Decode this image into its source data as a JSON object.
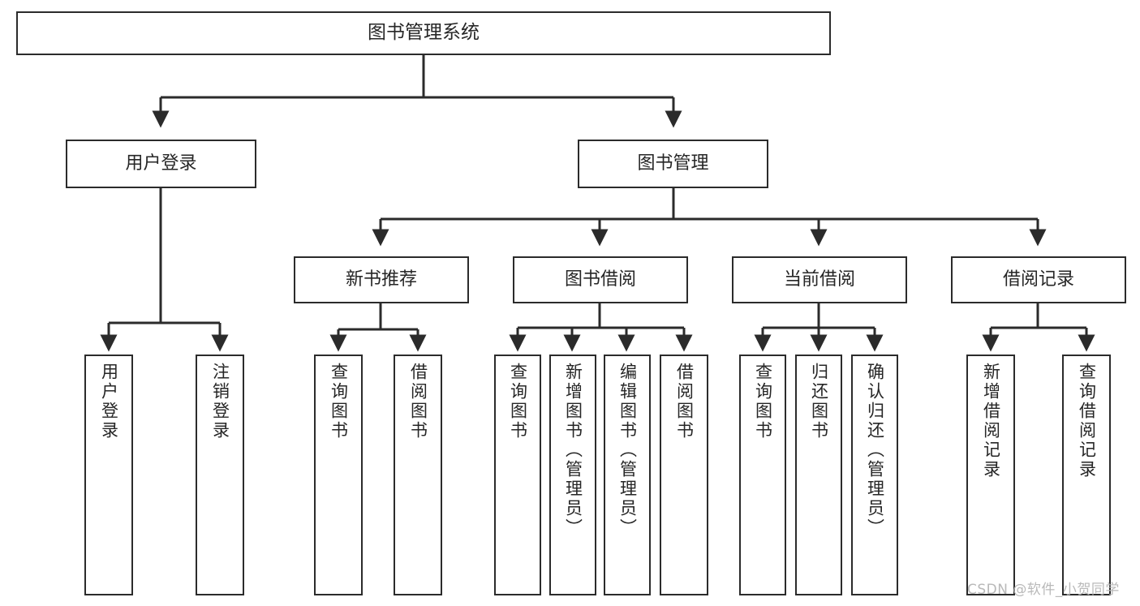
{
  "diagram": {
    "type": "tree-hierarchy-diagram",
    "title": "图书管理系统",
    "orientation": "top-down",
    "colors": {
      "box_border": "#2b2b2b",
      "box_fill": "#ffffff",
      "edge": "#2b2b2b",
      "text": "#262626",
      "watermark": "#b9b9b9",
      "background": "#ffffff"
    },
    "levels": 4
  },
  "root": {
    "label": "图书管理系统"
  },
  "level1": [
    {
      "label": "用户登录"
    },
    {
      "label": "图书管理"
    }
  ],
  "level2": [
    {
      "label": "新书推荐"
    },
    {
      "label": "图书借阅"
    },
    {
      "label": "当前借阅"
    },
    {
      "label": "借阅记录"
    }
  ],
  "leaves": {
    "user_login": [
      {
        "label": "用户登录"
      },
      {
        "label": "注销登录"
      }
    ],
    "new_book_recommend": [
      {
        "label": "查询图书"
      },
      {
        "label": "借阅图书"
      }
    ],
    "book_borrow": [
      {
        "label": "查询图书"
      },
      {
        "label": "新增图书（管理员）"
      },
      {
        "label": "编辑图书（管理员）"
      },
      {
        "label": "借阅图书"
      }
    ],
    "current_borrow": [
      {
        "label": "查询图书"
      },
      {
        "label": "归还图书"
      },
      {
        "label": "确认归还（管理员）"
      }
    ],
    "borrow_record": [
      {
        "label": "新增借阅记录"
      },
      {
        "label": "查询借阅记录"
      }
    ]
  },
  "watermark": {
    "text": "CSDN @软件_小贺同学"
  }
}
